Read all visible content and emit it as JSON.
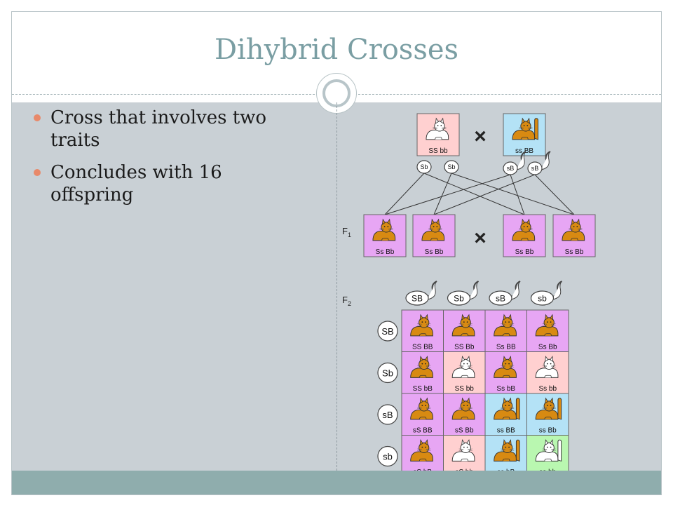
{
  "slide": {
    "title": "Dihybrid Crosses",
    "bullets": [
      "Cross that involves two traits",
      "Concludes with 16 offspring"
    ]
  },
  "diagram": {
    "cross_symbol": "×",
    "parents": [
      {
        "genotype": "SS bb",
        "bg": "#ffd0d0",
        "cat": "white",
        "tail": false
      },
      {
        "genotype": "ss BB",
        "bg": "#b4e2f6",
        "cat": "orange",
        "tail": true
      }
    ],
    "parent_gametes": [
      {
        "label": "Sb",
        "tail": false
      },
      {
        "label": "Sb",
        "tail": false
      },
      {
        "label": "sB",
        "tail": true
      },
      {
        "label": "sB",
        "tail": true
      }
    ],
    "f1": {
      "label": "F",
      "sub": "1",
      "items": [
        {
          "genotype": "Ss Bb",
          "bg": "#e7a6f4",
          "cat": "orange",
          "tail": false
        },
        {
          "genotype": "Ss Bb",
          "bg": "#e7a6f4",
          "cat": "orange",
          "tail": false
        },
        {
          "genotype": "Ss Bb",
          "bg": "#e7a6f4",
          "cat": "orange",
          "tail": false
        },
        {
          "genotype": "Ss Bb",
          "bg": "#e7a6f4",
          "cat": "orange",
          "tail": false
        }
      ]
    },
    "f2": {
      "label": "F",
      "sub": "2",
      "columns": [
        "SB",
        "Sb",
        "sB",
        "sb"
      ],
      "rows": [
        "SB",
        "Sb",
        "sB",
        "sb"
      ],
      "cells": [
        [
          {
            "g": "SS BB",
            "bg": "#e7a6f4",
            "cat": "orange",
            "tail": false
          },
          {
            "g": "SS Bb",
            "bg": "#e7a6f4",
            "cat": "orange",
            "tail": false
          },
          {
            "g": "Ss BB",
            "bg": "#e7a6f4",
            "cat": "orange",
            "tail": false
          },
          {
            "g": "Ss Bb",
            "bg": "#e7a6f4",
            "cat": "orange",
            "tail": false
          }
        ],
        [
          {
            "g": "SS bB",
            "bg": "#e7a6f4",
            "cat": "orange",
            "tail": false
          },
          {
            "g": "SS bb",
            "bg": "#ffd0d0",
            "cat": "white",
            "tail": false
          },
          {
            "g": "Ss bB",
            "bg": "#e7a6f4",
            "cat": "orange",
            "tail": false
          },
          {
            "g": "Ss bb",
            "bg": "#ffd0d0",
            "cat": "white",
            "tail": false
          }
        ],
        [
          {
            "g": "sS BB",
            "bg": "#e7a6f4",
            "cat": "orange",
            "tail": false
          },
          {
            "g": "sS Bb",
            "bg": "#e7a6f4",
            "cat": "orange",
            "tail": false
          },
          {
            "g": "ss BB",
            "bg": "#b4e2f6",
            "cat": "orange",
            "tail": true
          },
          {
            "g": "ss Bb",
            "bg": "#b4e2f6",
            "cat": "orange",
            "tail": true
          }
        ],
        [
          {
            "g": "sS bB",
            "bg": "#e7a6f4",
            "cat": "orange",
            "tail": false
          },
          {
            "g": "sS bb",
            "bg": "#ffd0d0",
            "cat": "white",
            "tail": false
          },
          {
            "g": "ss bB",
            "bg": "#b4e2f6",
            "cat": "orange",
            "tail": true
          },
          {
            "g": "ss bb",
            "bg": "#b9f7b0",
            "cat": "white",
            "tail": true
          }
        ]
      ]
    },
    "colors": {
      "orange_cat": "#d88a12",
      "white_cat": "#ffffff",
      "outline": "#333333"
    }
  }
}
